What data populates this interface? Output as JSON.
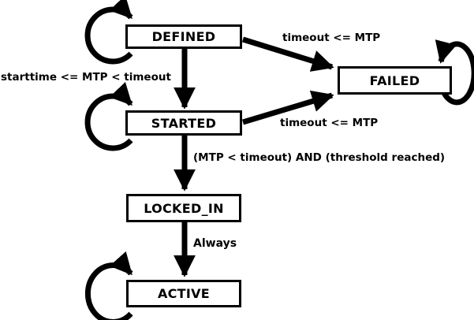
{
  "diagram": {
    "type": "state-machine",
    "colors": {
      "background": "#ffffff",
      "line": "#000000",
      "state_fill": "#ffffff",
      "text": "#000000"
    },
    "states": {
      "defined": "DEFINED",
      "started": "STARTED",
      "failed": "FAILED",
      "locked_in": "LOCKED_IN",
      "active": "ACTIVE"
    },
    "transitions": [
      {
        "from": "DEFINED",
        "to": "STARTED",
        "label": "starttime <= MTP < timeout"
      },
      {
        "from": "DEFINED",
        "to": "FAILED",
        "label": "timeout <= MTP"
      },
      {
        "from": "STARTED",
        "to": "FAILED",
        "label": "timeout <= MTP"
      },
      {
        "from": "STARTED",
        "to": "LOCKED_IN",
        "label": "(MTP < timeout) AND (threshold reached)"
      },
      {
        "from": "LOCKED_IN",
        "to": "ACTIVE",
        "label": "Always"
      },
      {
        "from": "DEFINED",
        "to": "DEFINED",
        "label": ""
      },
      {
        "from": "STARTED",
        "to": "STARTED",
        "label": ""
      },
      {
        "from": "FAILED",
        "to": "FAILED",
        "label": ""
      },
      {
        "from": "ACTIVE",
        "to": "ACTIVE",
        "label": ""
      }
    ]
  }
}
